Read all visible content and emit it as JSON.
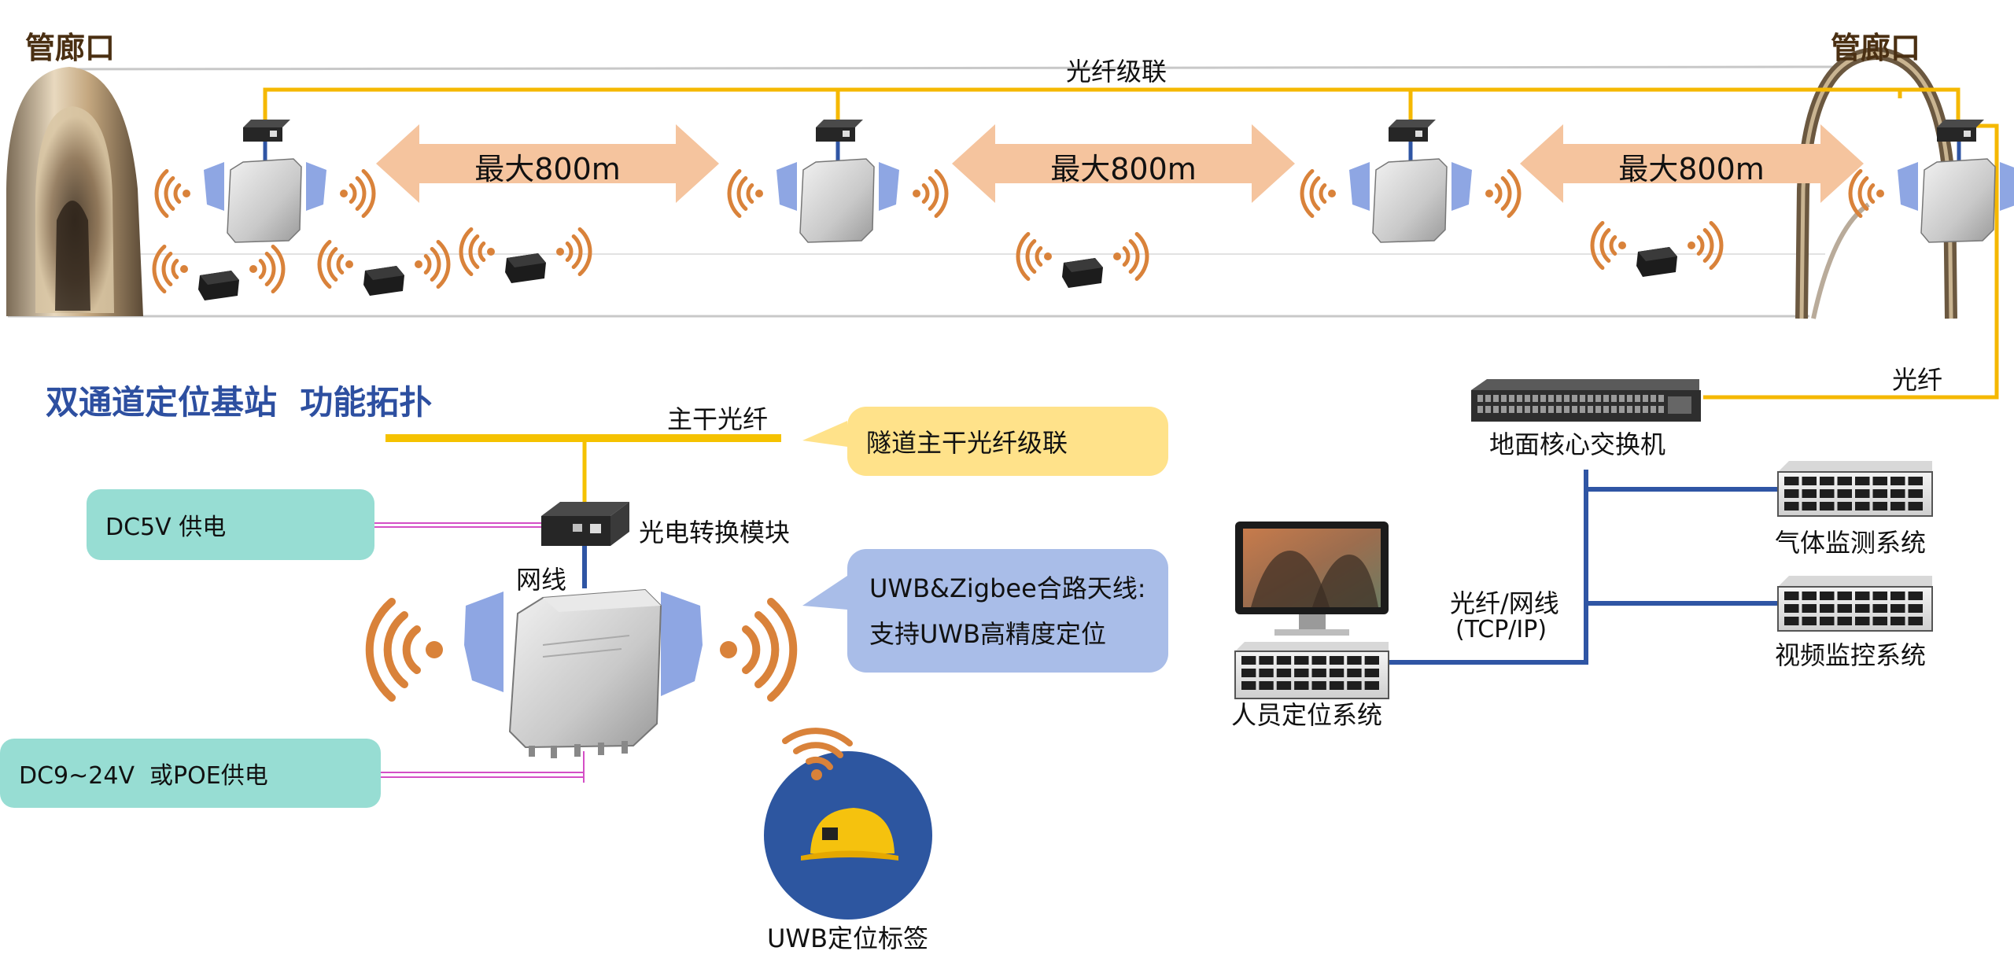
{
  "top": {
    "gallery_left": "管廊口",
    "gallery_right": "管廊口",
    "fiber_cascade": "光纤级联",
    "distances": [
      "最大800m",
      "最大800m",
      "最大800m"
    ],
    "fiber_link": "光纤"
  },
  "topology": {
    "title": "双通道定位基站  功能拓扑",
    "trunk_fiber": "主干光纤",
    "tunnel_cascade_callout": "隧道主干光纤级联",
    "dc5v": "DC5V 供电",
    "oe_module": "光电转换模块",
    "network_cable": "网线",
    "antenna_line1": "UWB&Zigbee合路天线:",
    "antenna_line2": "支持UWB高精度定位",
    "dc24v": "DC9~24V  或POE供电",
    "uwb_tag": "UWB定位标签"
  },
  "network": {
    "core_switch": "地面核心交换机",
    "fiber_net_1": "光纤/网线",
    "fiber_net_2": "(TCP/IP)",
    "personnel_system": "人员定位系统",
    "gas_system": "气体监测系统",
    "video_system": "视频监控系统"
  },
  "colors": {
    "fiber": "#F5B800",
    "network_line": "#2F55A4",
    "arrow": "#F5C49E",
    "antenna": "#8EA6E3",
    "signal": "#D9823A",
    "title": "#2D4FA0",
    "power_line": "#D44FC6",
    "teal_box": "#97DDD3"
  }
}
